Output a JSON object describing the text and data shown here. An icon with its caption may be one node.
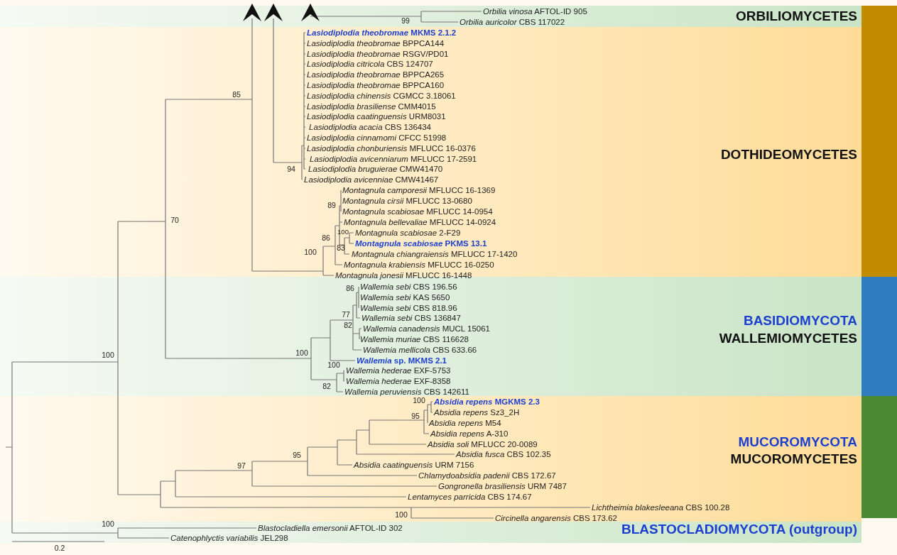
{
  "diagram": {
    "labels": [
      "*Orbilia vinosa* AFTOL-ID 905",
      "ORBILIOMYCETES",
      "99",
      "*Orbilia auricolor* CBS 117022",
      "*Lasiodiplodia theobromae* MKMS 2.1.2",
      "*Lasiodiplodia theobromae* BPPCA144",
      "*Lasiodiplodia theobromae* RSGV/PD01",
      "*Lasiodiplodia citricola* CBS 124707",
      "*Lasiodiplodia theobromae* BPPCA265",
      "*Lasiodiplodia theobromae* BPPCA160",
      "85",
      "*Lasiodiplodia chinensis* CGMCC 3.18061",
      "*Lasiodiplodia brasiliense* CMM4015",
      "*Lasiodiplodia caatinguensis* URM8031",
      "*Lasiodiplodia acacia* CBS 136434",
      "*Lasiodiplodia cinnamomi* CFCC 51998",
      "*Lasiodiplodia chonburiensis* MFLUCC 16-0376",
      "DOTHIDEOMYCETES",
      "*Lasiodiplodia avicenniarum* MFLUCC 17-2591",
      "94",
      "*Lasiodiplodia bruguierae* CMW41470",
      "*Lasiodiplodia avicenniae* CMW41467",
      "*Montagnula camporesii* MFLUCC 16-1369",
      "89",
      "*Montagnula cirsii* MFLUCC 13-0680",
      "*Montagnula scabiosae* MFLUCC 14-0954",
      "*Montagnula bellevaliae* MFLUCC 14-0924",
      "70",
      "100",
      "*Montagnula scabiosae* 2-F29",
      "86",
      "*Montagnula scabiosae* PKMS 13.1",
      "83",
      "*Montagnula chiangraiensis* MFLUCC 17-1420",
      "100",
      "*Montagnula krabiensis* MFLUCC 16-0250",
      "*Montagnula jonesii* MFLUCC 16-1448",
      "86",
      "*Wallemia sebi* CBS 196.56",
      "*Wallemia sebi* KAS 5650",
      "*Wallemia sebi* CBS 818.96",
      "77",
      "*Wallemia sebi* CBS 136847",
      "BASIDIOMYCOTA",
      "82",
      "*Wallemia canadensis* MUCL 15061",
      "*Wallemia muriae* CBS 116628",
      "WALLEMIOMYCETES",
      "*Wallemia mellicola* CBS 633.66",
      "100",
      "100",
      "*Wallemia* sp. MKMS 2.1",
      "100",
      "*Wallemia hederae* EXF-5753",
      "*Wallemia hederae* EXF-8358",
      "82",
      "*Wallemia peruviensis* CBS 142611",
      "100",
      "*Absidia repens* MGKMS 2.3",
      "*Absidia repens* Sz3_2H",
      "95",
      "*Absidia repens* M54",
      "*Absidia repens* A-310",
      "MUCOROMYCOTA",
      "*Absidia soli* MFLUCC 20-0089",
      "95",
      "*Absidia fusca* CBS 102.35",
      "MUCOROMYCETES",
      "*Absidia caatinguensis* URM 7156",
      "97",
      "*Chlamydoabsidia padenii* CBS 172.67",
      "*Gongronella brasiliensis* URM 7487",
      "*Lentamyces parricida* CBS 174.67",
      "*Lichtheimia blakesleeana* CBS 100.28",
      "100",
      "*Circinella angarensis* CBS 173.62",
      "100",
      "*Blastocladiella emersonii* AFTOL-ID 302",
      "BLASTOCLADIOMYCOTA (outgroup)",
      "*Catenophlyctis variabilis* JEL298",
      "0.2"
    ]
  }
}
